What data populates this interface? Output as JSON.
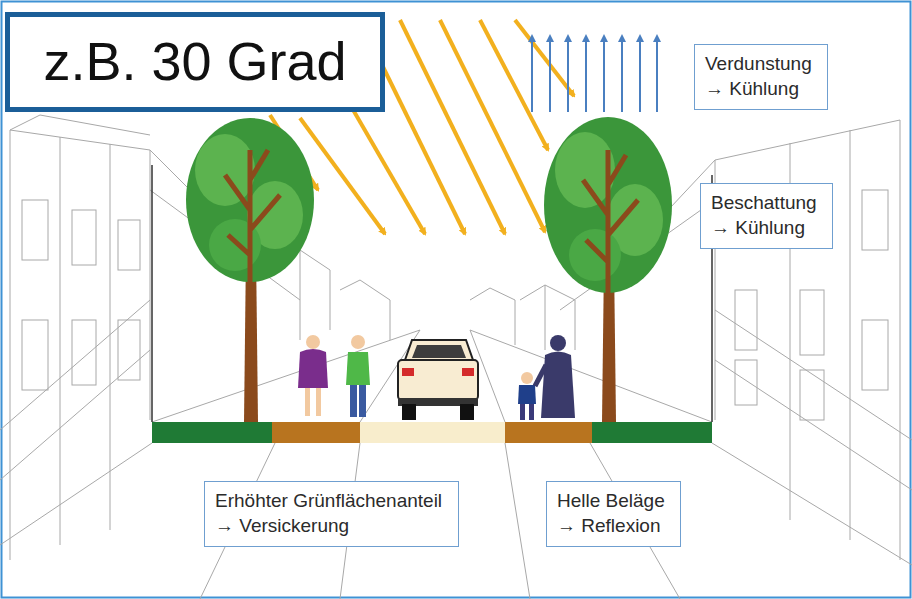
{
  "diagram": {
    "nodes": [
      {
        "text": [
          "z.B. 30 Grad"
        ]
      },
      {
        "text": [
          "Verdunstung → Kühlung"
        ]
      },
      {
        "text": [
          "Beschattung → Kühlung"
        ]
      },
      {
        "text": [
          "Erhöhter Grünflächenanteil → Versickerung"
        ]
      },
      {
        "text": [
          "Helle Beläge → Reflexion"
        ]
      }
    ]
  }
}
